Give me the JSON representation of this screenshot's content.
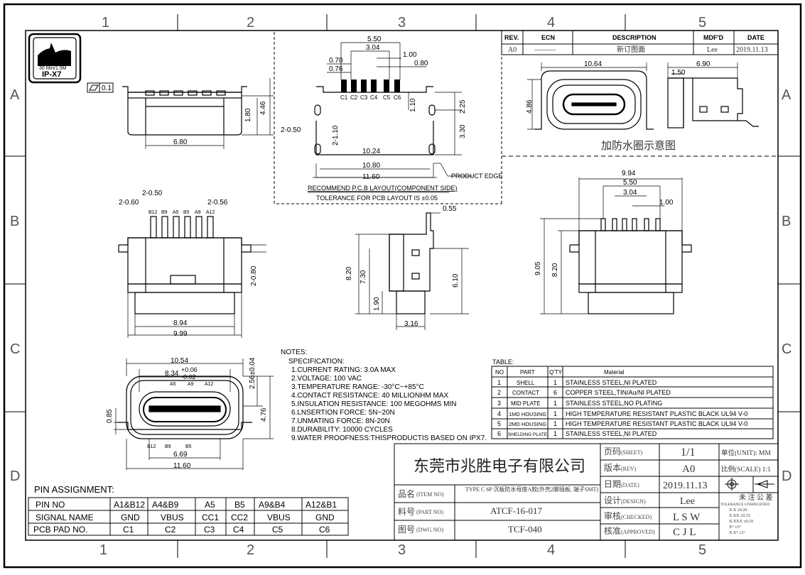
{
  "frame": {
    "col_numbers": [
      "1",
      "2",
      "3",
      "4",
      "5"
    ],
    "row_letters": [
      "A",
      "B",
      "C",
      "D"
    ]
  },
  "logo": {
    "line1": "30 Min/1.5M",
    "line2": "IP-X7"
  },
  "flatness": "0.1",
  "revision": {
    "headers": [
      "REV.",
      "ECN",
      "DESCRIPTION",
      "MDF'D",
      "DATE"
    ],
    "row": [
      "A0",
      "———",
      "新订图面",
      "Lee",
      "2019.11.13"
    ]
  },
  "views": {
    "front_top": {
      "width": "6.80",
      "h1": "1.80",
      "h2": "4.46"
    },
    "pcb": {
      "top_dims": [
        "5.50",
        "3.04",
        "1.00",
        "0.80",
        "0.70",
        "0.76"
      ],
      "pins": [
        "C1",
        "C2",
        "C3",
        "C4",
        "C5",
        "C6"
      ],
      "side_dims": [
        "1.10",
        "2.25",
        "3.30",
        "2-1.10",
        "2-0.50"
      ],
      "bottom_dims": [
        "10.24",
        "10.80",
        "11.60"
      ],
      "product_edge": "PRODUCT EDGE",
      "title": "RECOMMEND P.C.B LAYOUT(COMPONENT SIDE)",
      "tolerance": "TOLERANCE FOR PCB LAYOUT IS ±0.05"
    },
    "waterproof": {
      "w1": "10.64",
      "w2": "6.90",
      "w3": "1.50",
      "h": "4.86",
      "caption": "加防水圈示意图"
    },
    "bottom_view": {
      "dims": [
        "2-0.50",
        "2-0.60",
        "2-0.56",
        "2-0.80",
        "8.94",
        "9.99"
      ],
      "pins": [
        "B12",
        "B9",
        "A5",
        "B5",
        "A9",
        "A12"
      ]
    },
    "side_view": {
      "dims": [
        "0.55",
        "8.20",
        "7.30",
        "6.10",
        "1.90",
        "3.16"
      ]
    },
    "back_view": {
      "dims": [
        "9.94",
        "5.50",
        "3.04",
        "1.00",
        "9.05",
        "8.20"
      ]
    },
    "socket_view": {
      "dims": [
        "10.54",
        "8.34",
        "+0.06",
        "-0.02",
        "2.56±0.04",
        "4.76",
        "0.85",
        "6.69",
        "11.60"
      ],
      "top_pins": [
        "A5",
        "A9",
        "A12"
      ],
      "bottom_pins": [
        "B12",
        "B9",
        "B5"
      ]
    }
  },
  "notes": {
    "title": "NOTES:",
    "subtitle": "SPECIFICATION:",
    "items": [
      "1.CURRENT RATING: 3.0A MAX",
      "2.VOLTAGE: 100 VAC",
      "3.TEMPERATURE RANGE: -30°C~+85°C",
      "4.CONTACT RESISTANCE: 40 MILLIONHM MAX",
      "5.INSULATION RESISTANCE: 100 MEGOHMS MIN",
      "6.LNSERTION FORCE: 5N~20N",
      "7.UNMATING FORCE: 8N-20N",
      "8.DURABILITY: 10000 CYCLES",
      "9.WATER PROOFNESS:THISPRODUCTIS BASED ON IPX7."
    ]
  },
  "table": {
    "title": "TABLE:",
    "headers": [
      "NO",
      "PART",
      "Q'TY",
      "Material"
    ],
    "rows": [
      [
        "1",
        "SHELL",
        "1",
        "STAINLESS STEEL,NI PLATED"
      ],
      [
        "2",
        "CONTACT",
        "6",
        "COPPER STEEL,TIN/Au/NI PLATED"
      ],
      [
        "3",
        "MID PLATE",
        "1",
        "STAINLESS STEEL,NO PLATING"
      ],
      [
        "4",
        "1MD HOUSING",
        "1",
        "HIGH TEMPERATURE RESISTANT PLASTIC BLACK UL94 V-0"
      ],
      [
        "5",
        "2MD HOUSING",
        "1",
        "HIGH TEMPERATURE RESISTANT PLASTIC BLACK UL94 V-0"
      ],
      [
        "6",
        "SHELDING PLATE",
        "1",
        "STAINLESS STEEL,NI PLATED"
      ]
    ]
  },
  "pin_assignment": {
    "title": "PIN ASSIGNMENT:",
    "rows": [
      [
        "PIN NO",
        "A1&B12",
        "A4&B9",
        "A5",
        "B5",
        "A9&B4",
        "A12&B1"
      ],
      [
        "SIGNAL NAME",
        "GND",
        "VBUS",
        "CC1",
        "CC2",
        "VBUS",
        "GND"
      ],
      [
        "PCB PAD NO.",
        "C1",
        "C2",
        "C3",
        "C4",
        "C5",
        "C6"
      ]
    ]
  },
  "title_block": {
    "company": "东莞市兆胜电子有限公司",
    "name_label": "品名",
    "name_label_en": "(ITEM NO)",
    "name_value": "TYPE C 6P 沉板防水母座A款(外壳2脚插板, 端子SMT)",
    "part_label": "料号",
    "part_label_en": "(PART NO)",
    "part_value": "ATCF-16-017",
    "dwg_label": "图号",
    "dwg_label_en": "(DWG NO)",
    "dwg_value": "TCF-040",
    "sheet_label": "页码",
    "sheet_label_en": "(SHEET)",
    "sheet_value": "1/1",
    "rev_label": "版本",
    "rev_label_en": "(REV)",
    "rev_value": "A0",
    "date_label": "日期",
    "date_label_en": "(DATE)",
    "date_value": "2019.11.13",
    "design_label": "设计",
    "design_label_en": "(DESIGN)",
    "design_value": "Lee",
    "checked_label": "审核",
    "checked_label_en": "(CHECKED)",
    "checked_value": "L S W",
    "approved_label": "核准",
    "approved_label_en": "(APPROVED)",
    "approved_value": "C J L",
    "unit_label": "单位(UNIT): MM",
    "scale_label": "比例(SCALE) 1:1",
    "tol_title": "未 注 公 差",
    "tol_subtitle": "TOLERANCE UNSPECIFIED",
    "tol_rows": [
      "X.X   ±0.20",
      "X.XX  ±0.15",
      "X.XXX ±0.10",
      "X°    ±5°",
      "X.X°  ±2°"
    ]
  }
}
